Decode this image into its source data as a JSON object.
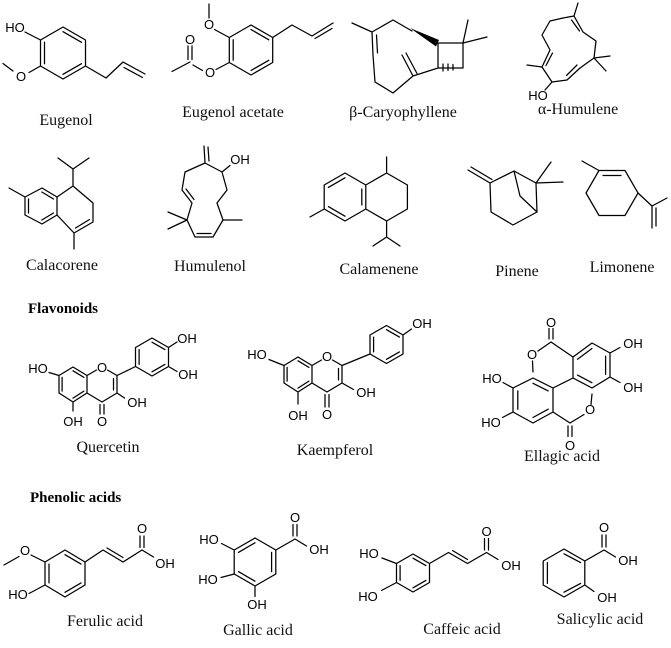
{
  "figure": {
    "type": "chemical-structures-figure",
    "ink_color": "#000000",
    "background_color": "#ffffff"
  },
  "headings": {
    "flavonoids": "Flavonoids",
    "phenolic_acids": "Phenolic acids"
  },
  "compounds": [
    {
      "name": "Eugenol",
      "atoms": [
        "HO",
        "O"
      ]
    },
    {
      "name": "Eugenol acetate",
      "atoms": [
        "O",
        "O",
        "O"
      ]
    },
    {
      "name": "β-Caryophyllene",
      "atoms": []
    },
    {
      "name": "α-Humulene",
      "atoms": [
        "HO"
      ]
    },
    {
      "name": "Calacorene",
      "atoms": []
    },
    {
      "name": "Humulenol",
      "atoms": [
        "OH"
      ]
    },
    {
      "name": "Calamenene",
      "atoms": []
    },
    {
      "name": "Pinene",
      "atoms": []
    },
    {
      "name": "Limonene",
      "atoms": []
    },
    {
      "name": "Quercetin",
      "atoms": [
        "HO",
        "O",
        "O",
        "OH",
        "OH",
        "OH",
        "OH"
      ]
    },
    {
      "name": "Kaempferol",
      "atoms": [
        "HO",
        "O",
        "O",
        "OH",
        "OH",
        "OH"
      ]
    },
    {
      "name": "Ellagic acid",
      "atoms": [
        "O",
        "O",
        "OH",
        "OH",
        "HO",
        "HO",
        "O",
        "O"
      ]
    },
    {
      "name": "Ferulic acid",
      "atoms": [
        "O",
        "HO",
        "O",
        "OH"
      ]
    },
    {
      "name": "Gallic acid",
      "atoms": [
        "O",
        "OH",
        "HO",
        "HO",
        "OH"
      ]
    },
    {
      "name": "Caffeic acid",
      "atoms": [
        "HO",
        "HO",
        "O",
        "OH"
      ]
    },
    {
      "name": "Salicylic acid",
      "atoms": [
        "O",
        "OH",
        "OH"
      ]
    }
  ]
}
